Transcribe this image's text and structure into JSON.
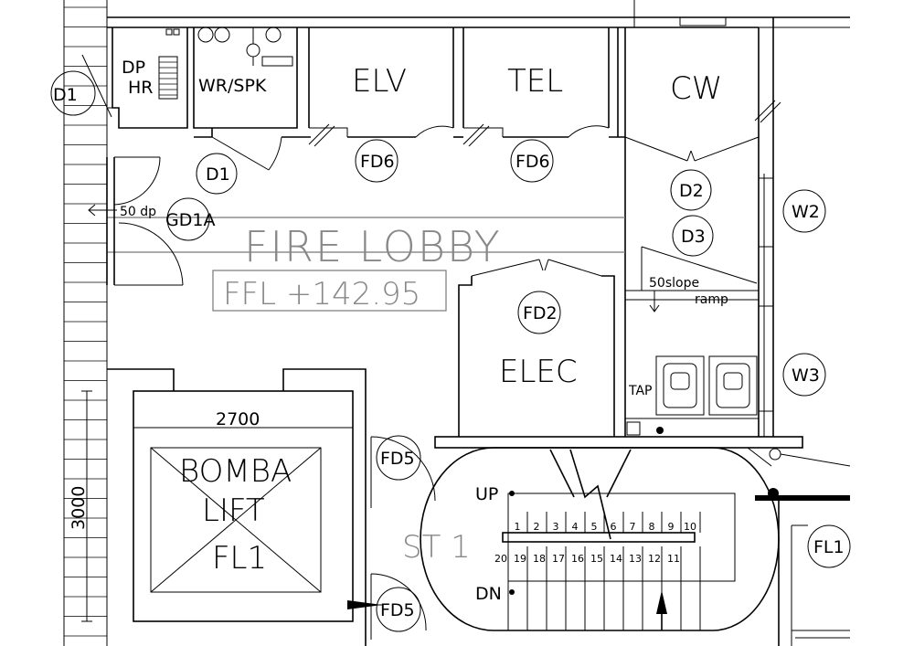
{
  "rooms": {
    "dp_hr_line1": "DP",
    "dp_hr_line2": "HR",
    "wr_spk": "WR/SPK",
    "elv": "ELV",
    "tel": "TEL",
    "cw": "CW",
    "fire_lobby": "FIRE LOBBY",
    "ffl": "FFL +142.95",
    "elec": "ELEC",
    "bomba_line1": "BOMBA",
    "bomba_line2": "LIFT",
    "bomba_line3": "FL1",
    "stair": "ST 1"
  },
  "tags": {
    "d01": "D1",
    "d1": "D1",
    "fd6_a": "FD6",
    "fd6_b": "FD6",
    "d2": "D2",
    "d3": "D3",
    "w2": "W2",
    "w3": "W3",
    "gd1a": "GD1A",
    "fd2": "FD2",
    "fd5_a": "FD5",
    "fd5_b": "FD5",
    "fl1": "FL1"
  },
  "notes": {
    "drop_50": "50 dp",
    "slope_50": "50slope",
    "ramp": "ramp",
    "tap": "TAP",
    "up": "UP",
    "dn": "DN",
    "lift_width": "2700",
    "lift_depth": "3000"
  },
  "stairs": {
    "upper_numbers": [
      "1",
      "2",
      "3",
      "4",
      "5",
      "6",
      "7",
      "8",
      "9",
      "10"
    ],
    "lower_numbers": [
      "20",
      "19",
      "18",
      "17",
      "16",
      "15",
      "14",
      "13",
      "12",
      "11"
    ]
  }
}
